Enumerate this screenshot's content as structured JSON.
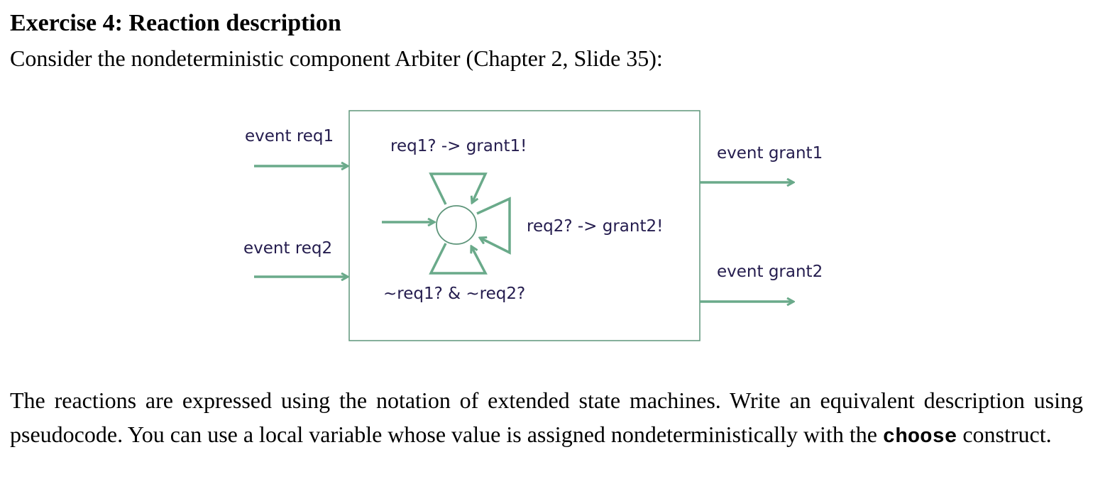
{
  "exercise": {
    "title": "Exercise 4: Reaction description",
    "intro": "Consider the nondeterministic component Arbiter (Chapter 2, Slide 35):"
  },
  "diagram": {
    "inputs": [
      "event req1",
      "event req2"
    ],
    "outputs": [
      "event grant1",
      "event grant2"
    ],
    "transitions": [
      "req1? -> grant1!",
      "req2? -> grant2!",
      "~req1? & ~req2?"
    ],
    "colors": {
      "stroke": "#6aaa8a",
      "text": "#241c4e"
    }
  },
  "paragraph": {
    "before": "The reactions are expressed using the notation of extended state machines. Write an equivalent description using pseudocode. You can use a local variable whose value is assigned nondeterministically with the ",
    "code": "choose",
    "after": " construct."
  }
}
